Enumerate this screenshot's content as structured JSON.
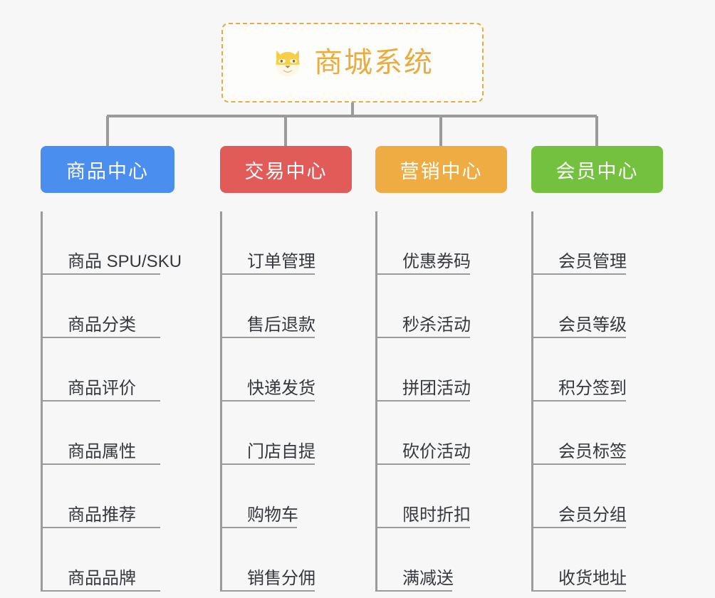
{
  "root": {
    "title": "商城系统",
    "icon": "shiba-dog-icon",
    "border_color": "#e9ab3c",
    "text_color": "#eaac3e",
    "background": "#fdfdfc"
  },
  "canvas": {
    "background": "#f7f7f7",
    "connector_color": "#9b9b9b"
  },
  "branches": [
    {
      "label": "商品中心",
      "color": "#4a8ef0",
      "items": [
        {
          "label": "商品 SPU/SKU"
        },
        {
          "label": "商品分类"
        },
        {
          "label": "商品评价"
        },
        {
          "label": "商品属性"
        },
        {
          "label": "商品推荐"
        },
        {
          "label": "商品品牌"
        }
      ]
    },
    {
      "label": "交易中心",
      "color": "#e15b58",
      "items": [
        {
          "label": "订单管理"
        },
        {
          "label": "售后退款"
        },
        {
          "label": "快递发货"
        },
        {
          "label": "门店自提"
        },
        {
          "label": "购物车",
          "short": true
        },
        {
          "label": "销售分佣"
        }
      ]
    },
    {
      "label": "营销中心",
      "color": "#eeac42",
      "items": [
        {
          "label": "优惠券码"
        },
        {
          "label": "秒杀活动"
        },
        {
          "label": "拼团活动"
        },
        {
          "label": "砍价活动"
        },
        {
          "label": "限时折扣"
        },
        {
          "label": "满减送",
          "short": true
        }
      ]
    },
    {
      "label": "会员中心",
      "color": "#73c13e",
      "items": [
        {
          "label": "会员管理"
        },
        {
          "label": "会员等级"
        },
        {
          "label": "积分签到"
        },
        {
          "label": "会员标签"
        },
        {
          "label": "会员分组"
        },
        {
          "label": "收货地址"
        }
      ]
    }
  ]
}
